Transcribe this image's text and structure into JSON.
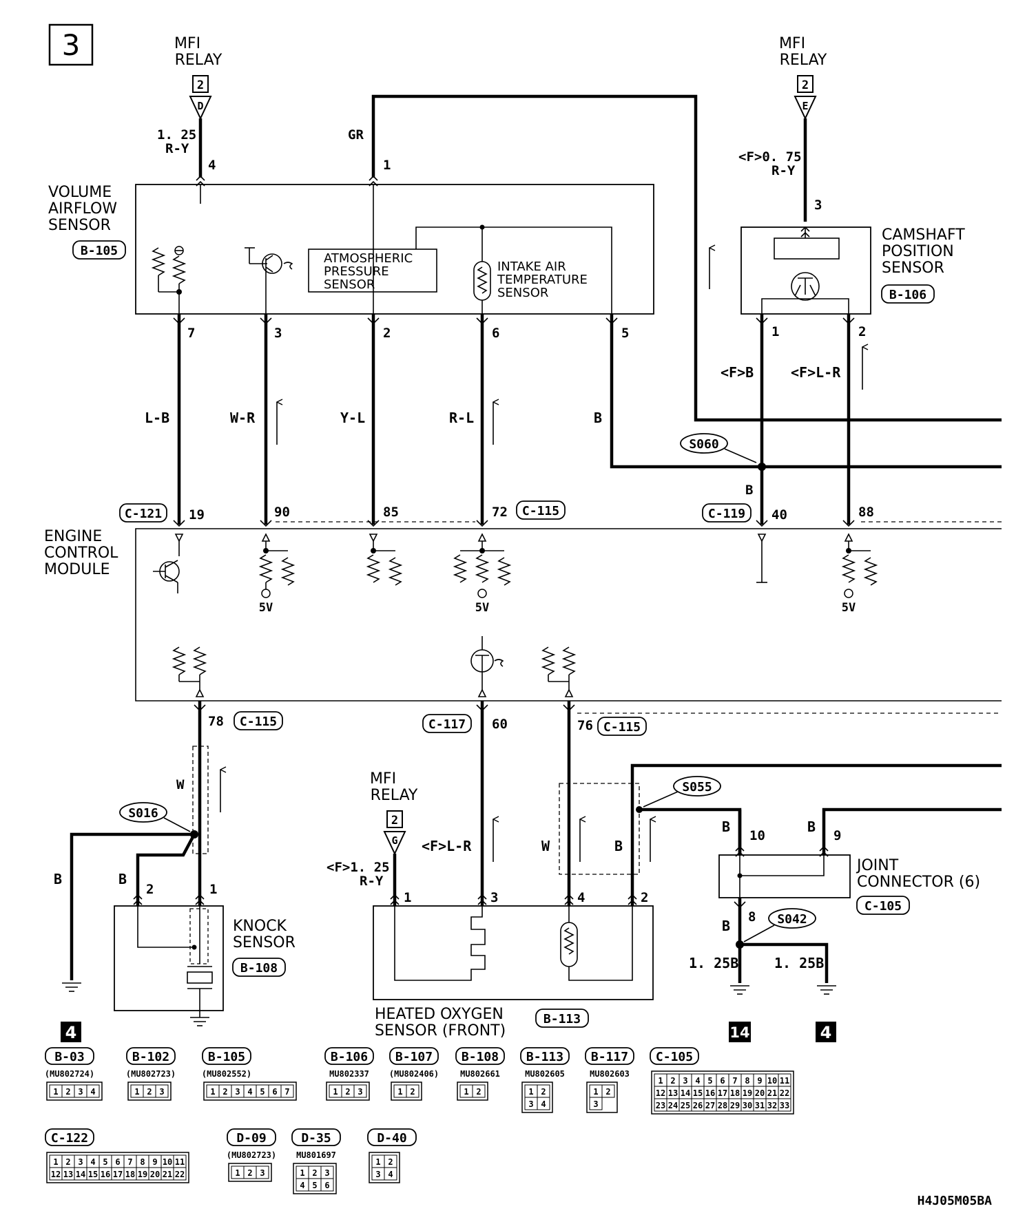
{
  "page": {
    "number": "3",
    "footer_code": "H4J05M05BA"
  },
  "relays": [
    {
      "name_line1": "MFI",
      "name_line2": "RELAY",
      "ref_num": "2",
      "terminal": "D"
    },
    {
      "name_line1": "MFI",
      "name_line2": "RELAY",
      "ref_num": "2",
      "terminal": "E"
    },
    {
      "name_line1": "MFI",
      "name_line2": "RELAY",
      "ref_num": "2",
      "terminal": "G"
    }
  ],
  "components": {
    "vas": {
      "line1": "VOLUME",
      "line2": "AIRFLOW",
      "line3": "SENSOR",
      "connector": "B-105"
    },
    "atm": {
      "line1": "ATMOSPHERIC",
      "line2": "PRESSURE",
      "line3": "SENSOR"
    },
    "iat": {
      "line1": "INTAKE AIR",
      "line2": "TEMPERATURE",
      "line3": "SENSOR"
    },
    "cmp": {
      "line1": "CAMSHAFT",
      "line2": "POSITION",
      "line3": "SENSOR",
      "connector": "B-106"
    },
    "ecm": {
      "line1": "ENGINE",
      "line2": "CONTROL",
      "line3": "MODULE"
    },
    "knock": {
      "line1": "KNOCK",
      "line2": "SENSOR",
      "connector": "B-108"
    },
    "ho2s": {
      "line1": "HEATED OXYGEN",
      "line2": "SENSOR (FRONT)",
      "connector": "B-113"
    },
    "joint": {
      "line1": "JOINT",
      "line2": "CONNECTOR (6)",
      "connector": "C-105"
    }
  },
  "wires": {
    "w125ry_a": "1. 25",
    "w125ry_b": "R-Y",
    "gr": "GR",
    "f075": "<F>0. 75",
    "f075_ry": "R-Y",
    "lb": "L-B",
    "wr": "W-R",
    "yl": "Y-L",
    "rl": "R-L",
    "b": "B",
    "fb": "<F>B",
    "flr": "<F>L-R",
    "b_s060": "B",
    "w_knock": "W",
    "b_knock_l": "B",
    "b_knock_2": "B",
    "f125": "<F>1. 25",
    "f125_ry": "R-Y",
    "flr2": "<F>L-R",
    "w_ho2s": "W",
    "b_ho2s": "B",
    "b10": "B",
    "b9": "B",
    "b8": "B",
    "g125b_l": "1. 25B",
    "g125b_r": "1. 25B"
  },
  "pins": {
    "vas4": "4",
    "vas1": "1",
    "vas7": "7",
    "vas3": "3",
    "vas2": "2",
    "vas6": "6",
    "vas5": "5",
    "cmp3": "3",
    "cmp1": "1",
    "cmp2": "2",
    "ecm19": "19",
    "ecm90": "90",
    "ecm85": "85",
    "ecm72": "72",
    "ecm40": "40",
    "ecm88": "88",
    "ecm78": "78",
    "ecm60": "60",
    "ecm76": "76",
    "kn2": "2",
    "kn1": "1",
    "ho1": "1",
    "ho3": "3",
    "ho4": "4",
    "ho2": "2",
    "j10": "10",
    "j9": "9",
    "j8": "8",
    "v5a": "5V",
    "v5b": "5V",
    "v5c": "5V"
  },
  "connector_tags": {
    "c121": "C-121",
    "c115a": "C-115",
    "c119": "C-119",
    "c115b": "C-115",
    "c117": "C-117",
    "c115c": "C-115"
  },
  "splices": {
    "s060": "S060",
    "s016": "S016",
    "s055": "S055",
    "s042": "S042"
  },
  "grounds": {
    "g1": "4",
    "g2": "14",
    "g3": "4"
  },
  "legend_row1": [
    {
      "id": "B-03",
      "part": "(MU802724)",
      "pins": [
        "1",
        "2",
        "3",
        "4"
      ]
    },
    {
      "id": "B-102",
      "part": "(MU802723)",
      "pins": [
        "1",
        "2",
        "3"
      ]
    },
    {
      "id": "B-105",
      "part": "(MU802552)",
      "pins": [
        "1",
        "2",
        "3",
        "4",
        "5",
        "6",
        "7"
      ]
    },
    {
      "id": "B-106",
      "part": "MU802337",
      "pins": [
        "1",
        "2",
        "3"
      ]
    },
    {
      "id": "B-107",
      "part": "(MU802406)",
      "pins": [
        "1",
        "2"
      ]
    },
    {
      "id": "B-108",
      "part": "MU802661",
      "pins": [
        "1",
        "2"
      ]
    },
    {
      "id": "B-113",
      "part": "MU802605",
      "pins": [
        "1",
        "2",
        "3",
        "4"
      ]
    },
    {
      "id": "B-117",
      "part": "MU802603",
      "pins": [
        "1",
        "2",
        "3"
      ]
    },
    {
      "id": "C-105",
      "part": "",
      "pins": [
        "1",
        "2",
        "3",
        "4",
        "5",
        "6",
        "7",
        "8",
        "9",
        "10",
        "11",
        "12",
        "13",
        "14",
        "15",
        "16",
        "17",
        "18",
        "19",
        "20",
        "21",
        "22",
        "23",
        "24",
        "25",
        "26",
        "27",
        "28",
        "29",
        "30",
        "31",
        "32",
        "33"
      ]
    }
  ],
  "legend_row2": [
    {
      "id": "C-122",
      "part": "",
      "pins": [
        "1",
        "2",
        "3",
        "4",
        "5",
        "6",
        "7",
        "8",
        "9",
        "10",
        "11",
        "12",
        "13",
        "14",
        "15",
        "16",
        "17",
        "18",
        "19",
        "20",
        "21",
        "22"
      ]
    },
    {
      "id": "D-09",
      "part": "(MU802723)",
      "pins": [
        "1",
        "2",
        "3"
      ]
    },
    {
      "id": "D-35",
      "part": "MU801697",
      "pins": [
        "1",
        "2",
        "3",
        "4",
        "5",
        "6"
      ]
    },
    {
      "id": "D-40",
      "part": "",
      "pins": [
        "1",
        "2",
        "3",
        "4"
      ]
    }
  ]
}
